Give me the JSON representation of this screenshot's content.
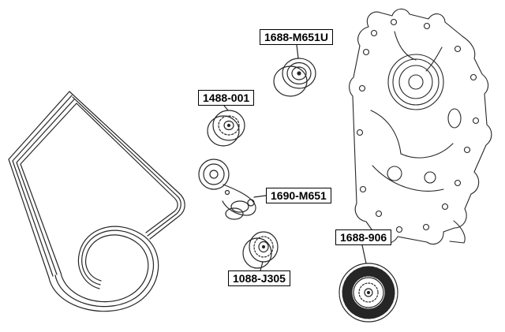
{
  "diagram": {
    "type": "auto-parts-line-diagram",
    "colors": {
      "background": "#ffffff",
      "line": "#262626",
      "label_border": "#000000",
      "label_text": "#000000"
    }
  },
  "labels": [
    {
      "part": "idler-pulley-upper",
      "text": "1688-M651U"
    },
    {
      "part": "guide-pulley",
      "text": "1488-001"
    },
    {
      "part": "belt-tensioner",
      "text": "1690-M651"
    },
    {
      "part": "idler-pulley-lower",
      "text": "1088-J305"
    },
    {
      "part": "fan-clutch-pulley",
      "text": "1688-906"
    }
  ]
}
